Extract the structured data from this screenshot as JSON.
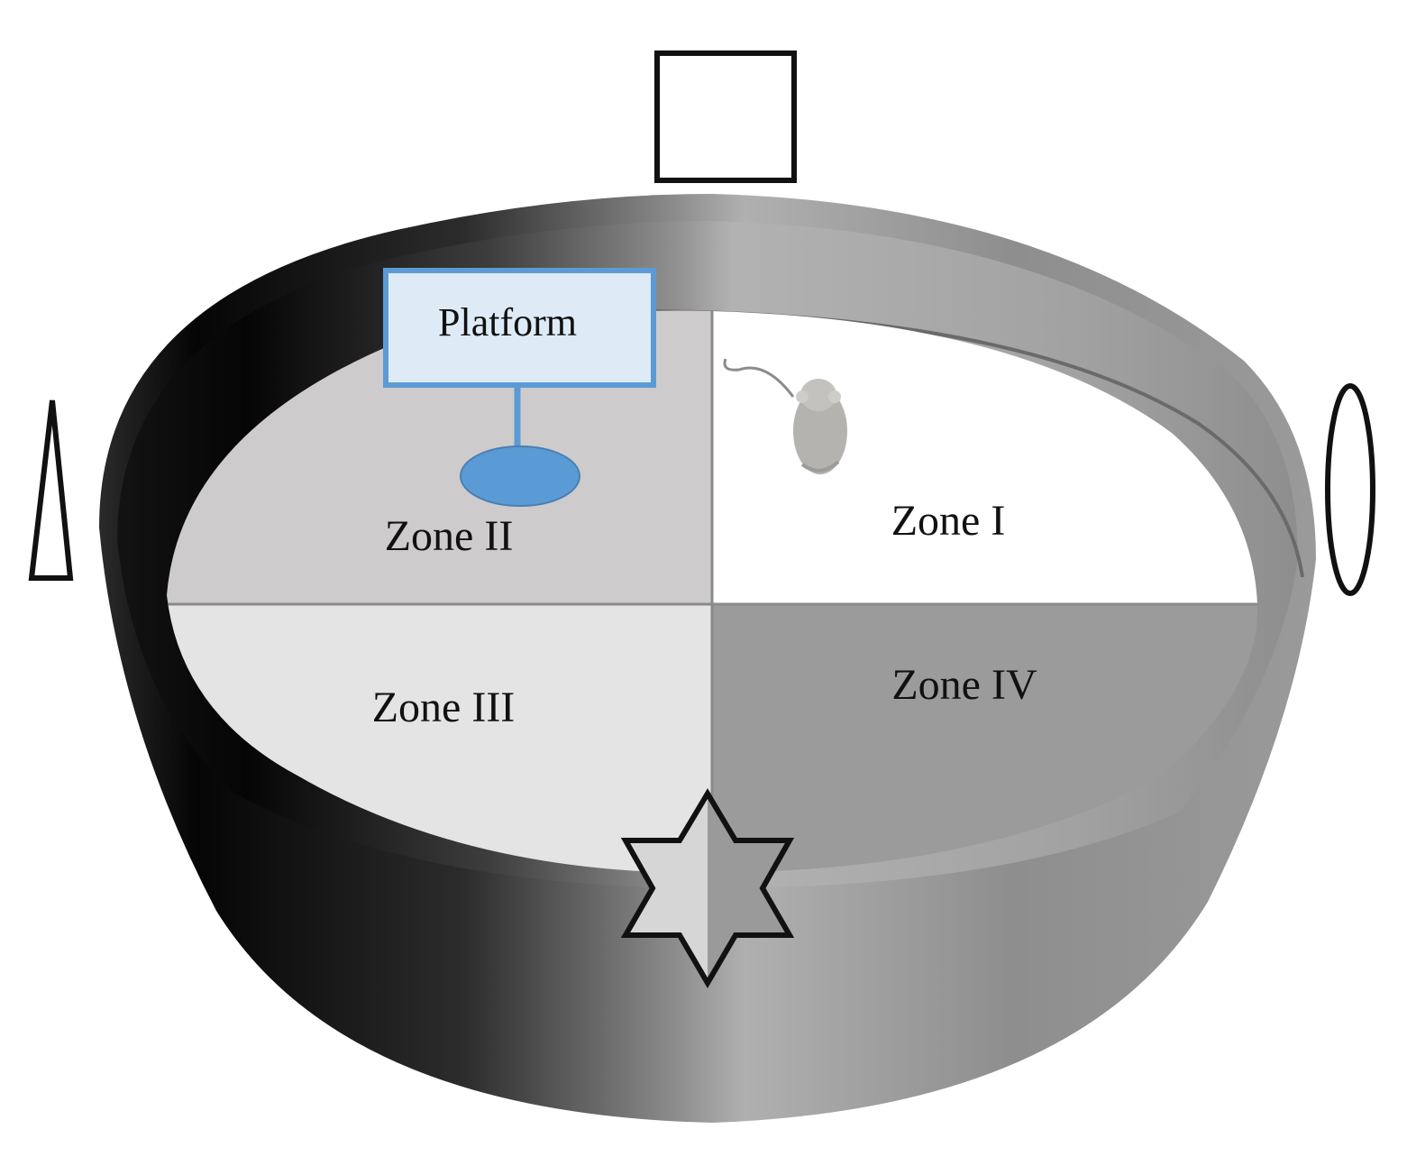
{
  "zones": {
    "zone1": "Zone I",
    "zone2": "Zone II",
    "zone3": "Zone III",
    "zone4": "Zone IV"
  },
  "platform": {
    "label": "Platform"
  },
  "spatial_cues": [
    "square",
    "triangle",
    "ellipse",
    "six-pointed star"
  ],
  "icons": [
    "mouse-icon"
  ],
  "colors": {
    "platform_fill": "#5b9bd5",
    "platform_box_fill": "#deebf7",
    "platform_box_border": "#5b9bd5",
    "zone1_fill": "#ffffff",
    "zone2_fill": "#cdcbcb",
    "zone3_fill": "#e4e4e4",
    "zone4_fill": "#9b9b9b",
    "wall_dark": "#0a0a0a",
    "wall_light": "#a8a8a8"
  }
}
